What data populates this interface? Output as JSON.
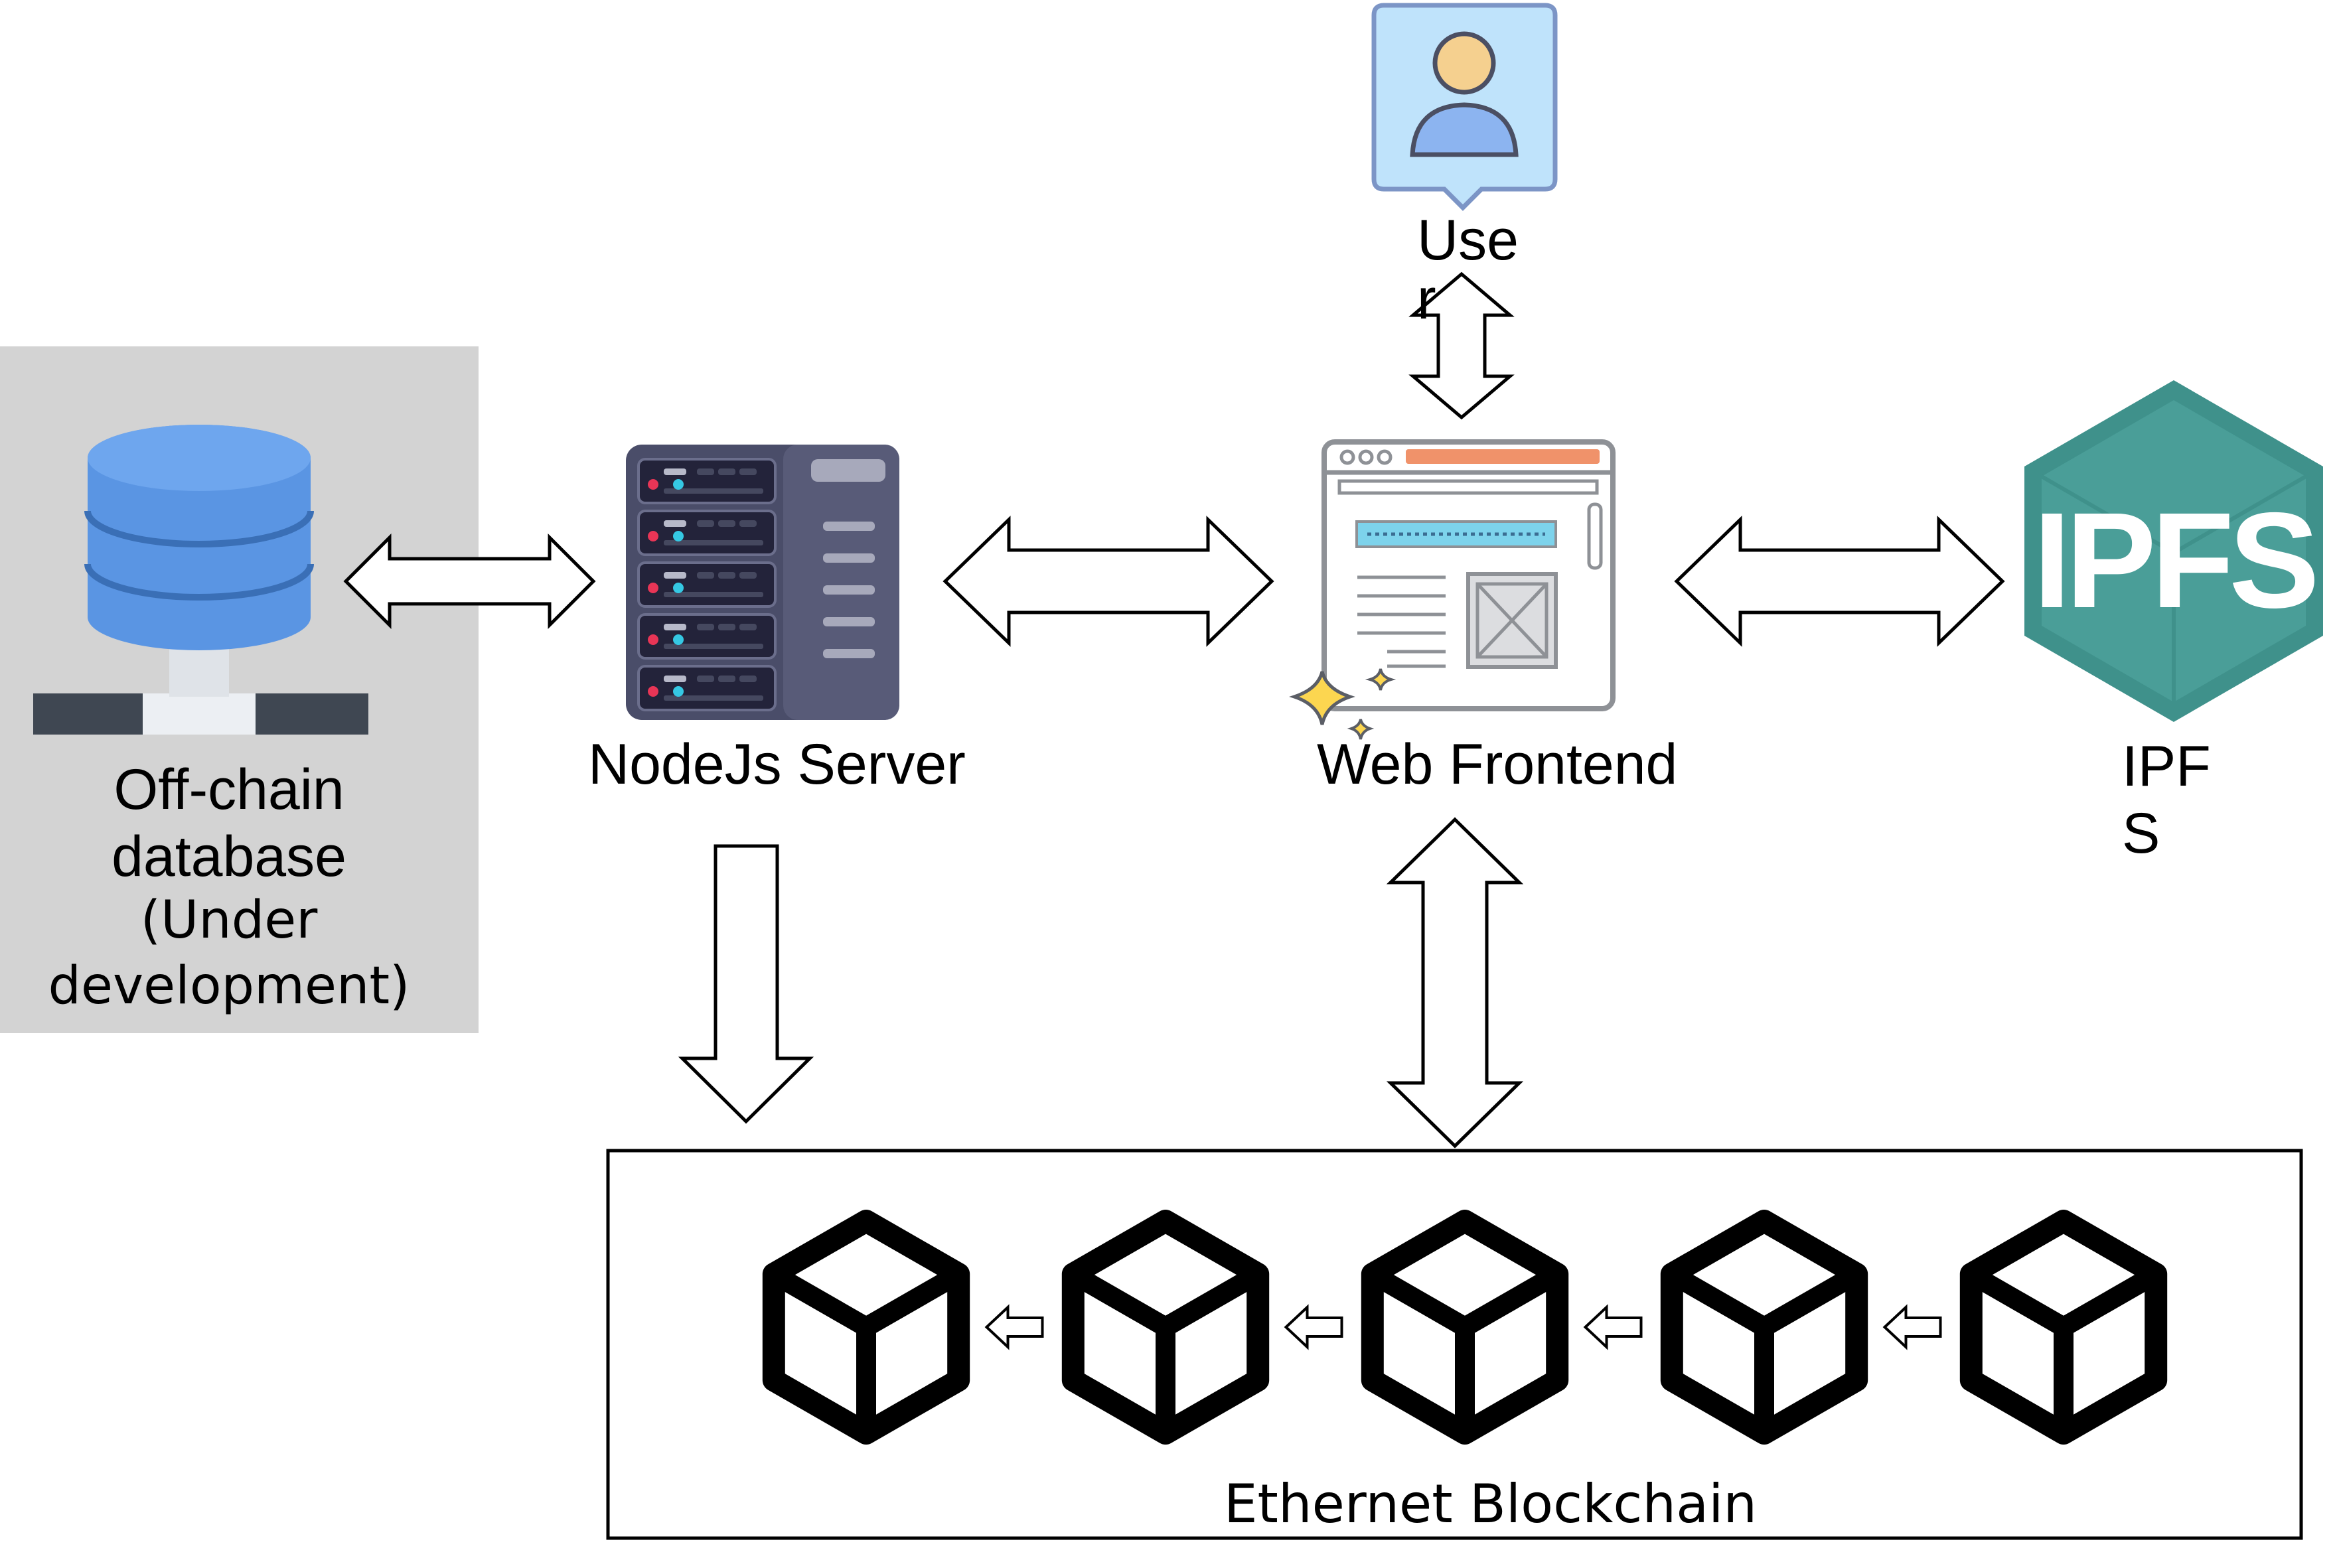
{
  "nodes": {
    "database": {
      "label": "Off-chain\ndatabase",
      "note": "(Under\ndevelopment)"
    },
    "server": {
      "label": "NodeJs Server"
    },
    "frontend": {
      "label": "Web Frontend"
    },
    "user": {
      "label": "Use\nr"
    },
    "ipfs": {
      "logo_text": "IPFS",
      "label": "IPF\nS"
    },
    "blockchain": {
      "label": "Ethernet Blockchain",
      "block_count": 5
    }
  },
  "colors": {
    "db_panel": "#d3d3d3",
    "db_blue": "#5a95e3",
    "ipfs_green": "#3f918b",
    "user_card": "#bfe3fb"
  }
}
